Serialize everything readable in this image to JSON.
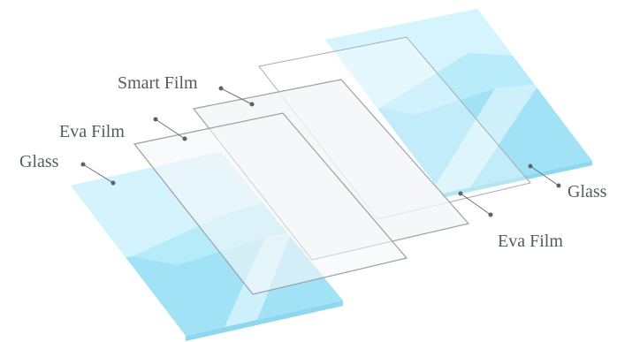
{
  "labels": {
    "smart_film": "Smart Film",
    "eva_film_left": "Eva Film",
    "glass_left": "Glass",
    "glass_right": "Glass",
    "eva_film_right": "Eva Film"
  },
  "colors": {
    "glass_light": "#d4f3fc",
    "glass_mid": "#b4ebfa",
    "glass_dark": "#a2e2f6",
    "glass_edge": "#8fd7ef",
    "film_fill": "#f4f6f8",
    "film_stroke": "#9ca2a7",
    "label_text": "#555a5e"
  }
}
